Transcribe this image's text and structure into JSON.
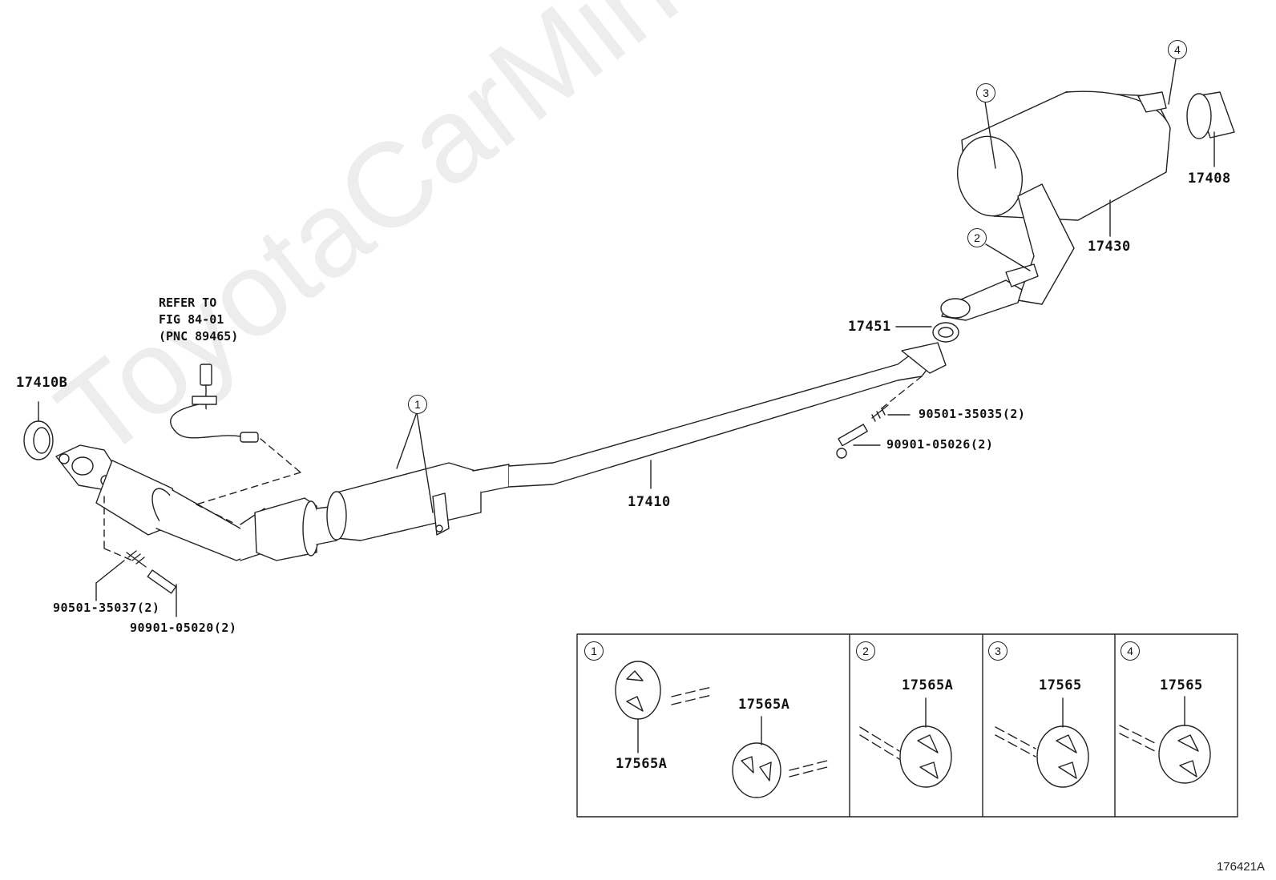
{
  "watermark": "ToyotaCarMine.ru",
  "figure_code": "176421A",
  "refer_note": "REFER TO\nFIG 84-01\n(PNC 89465)",
  "parts": {
    "p17410B": "17410B",
    "p17410": "17410",
    "p17451": "17451",
    "p17430": "17430",
    "p17408": "17408",
    "p90501_35035": "90501-35035(2)",
    "p90901_05026": "90901-05026(2)",
    "p90501_35037": "90501-35037(2)",
    "p90901_05020": "90901-05020(2)"
  },
  "callouts": {
    "c1": "1",
    "c2": "2",
    "c3": "3",
    "c4": "4"
  },
  "detail_panels": [
    {
      "callout": "1",
      "labels": [
        "17565A",
        "17565A"
      ]
    },
    {
      "callout": "2",
      "labels": [
        "17565A"
      ]
    },
    {
      "callout": "3",
      "labels": [
        "17565"
      ]
    },
    {
      "callout": "4",
      "labels": [
        "17565"
      ]
    }
  ]
}
